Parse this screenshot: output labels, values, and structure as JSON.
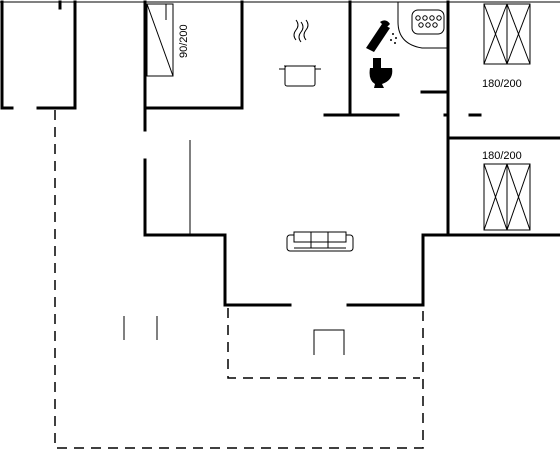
{
  "bed_labels": {
    "single_bed": "90/200",
    "double_bed_top": "180/200",
    "double_bed_bottom": "180/200"
  },
  "icons": {
    "kitchen": "cooking-pot-icon",
    "shower": "shower-head-icon",
    "toilet": "toilet-icon",
    "bathtub": "bathtub-icon",
    "sofa": "sofa-icon"
  },
  "colors": {
    "walls": "#000000",
    "background": "#ffffff"
  }
}
